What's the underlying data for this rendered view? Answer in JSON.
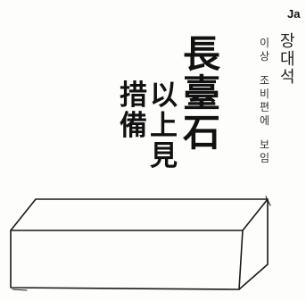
{
  "corner_label": "Ja",
  "title_chars": [
    "長",
    "臺",
    "石"
  ],
  "note_col_a_chars": [
    "以",
    "上",
    "見"
  ],
  "note_col_b_chars": [
    "措",
    "備"
  ],
  "korean_name_chars": [
    "장",
    "대",
    "석"
  ],
  "korean_note_chars": [
    "이",
    "상",
    "",
    "조",
    "비",
    "편",
    "에",
    "",
    "보",
    "임"
  ]
}
